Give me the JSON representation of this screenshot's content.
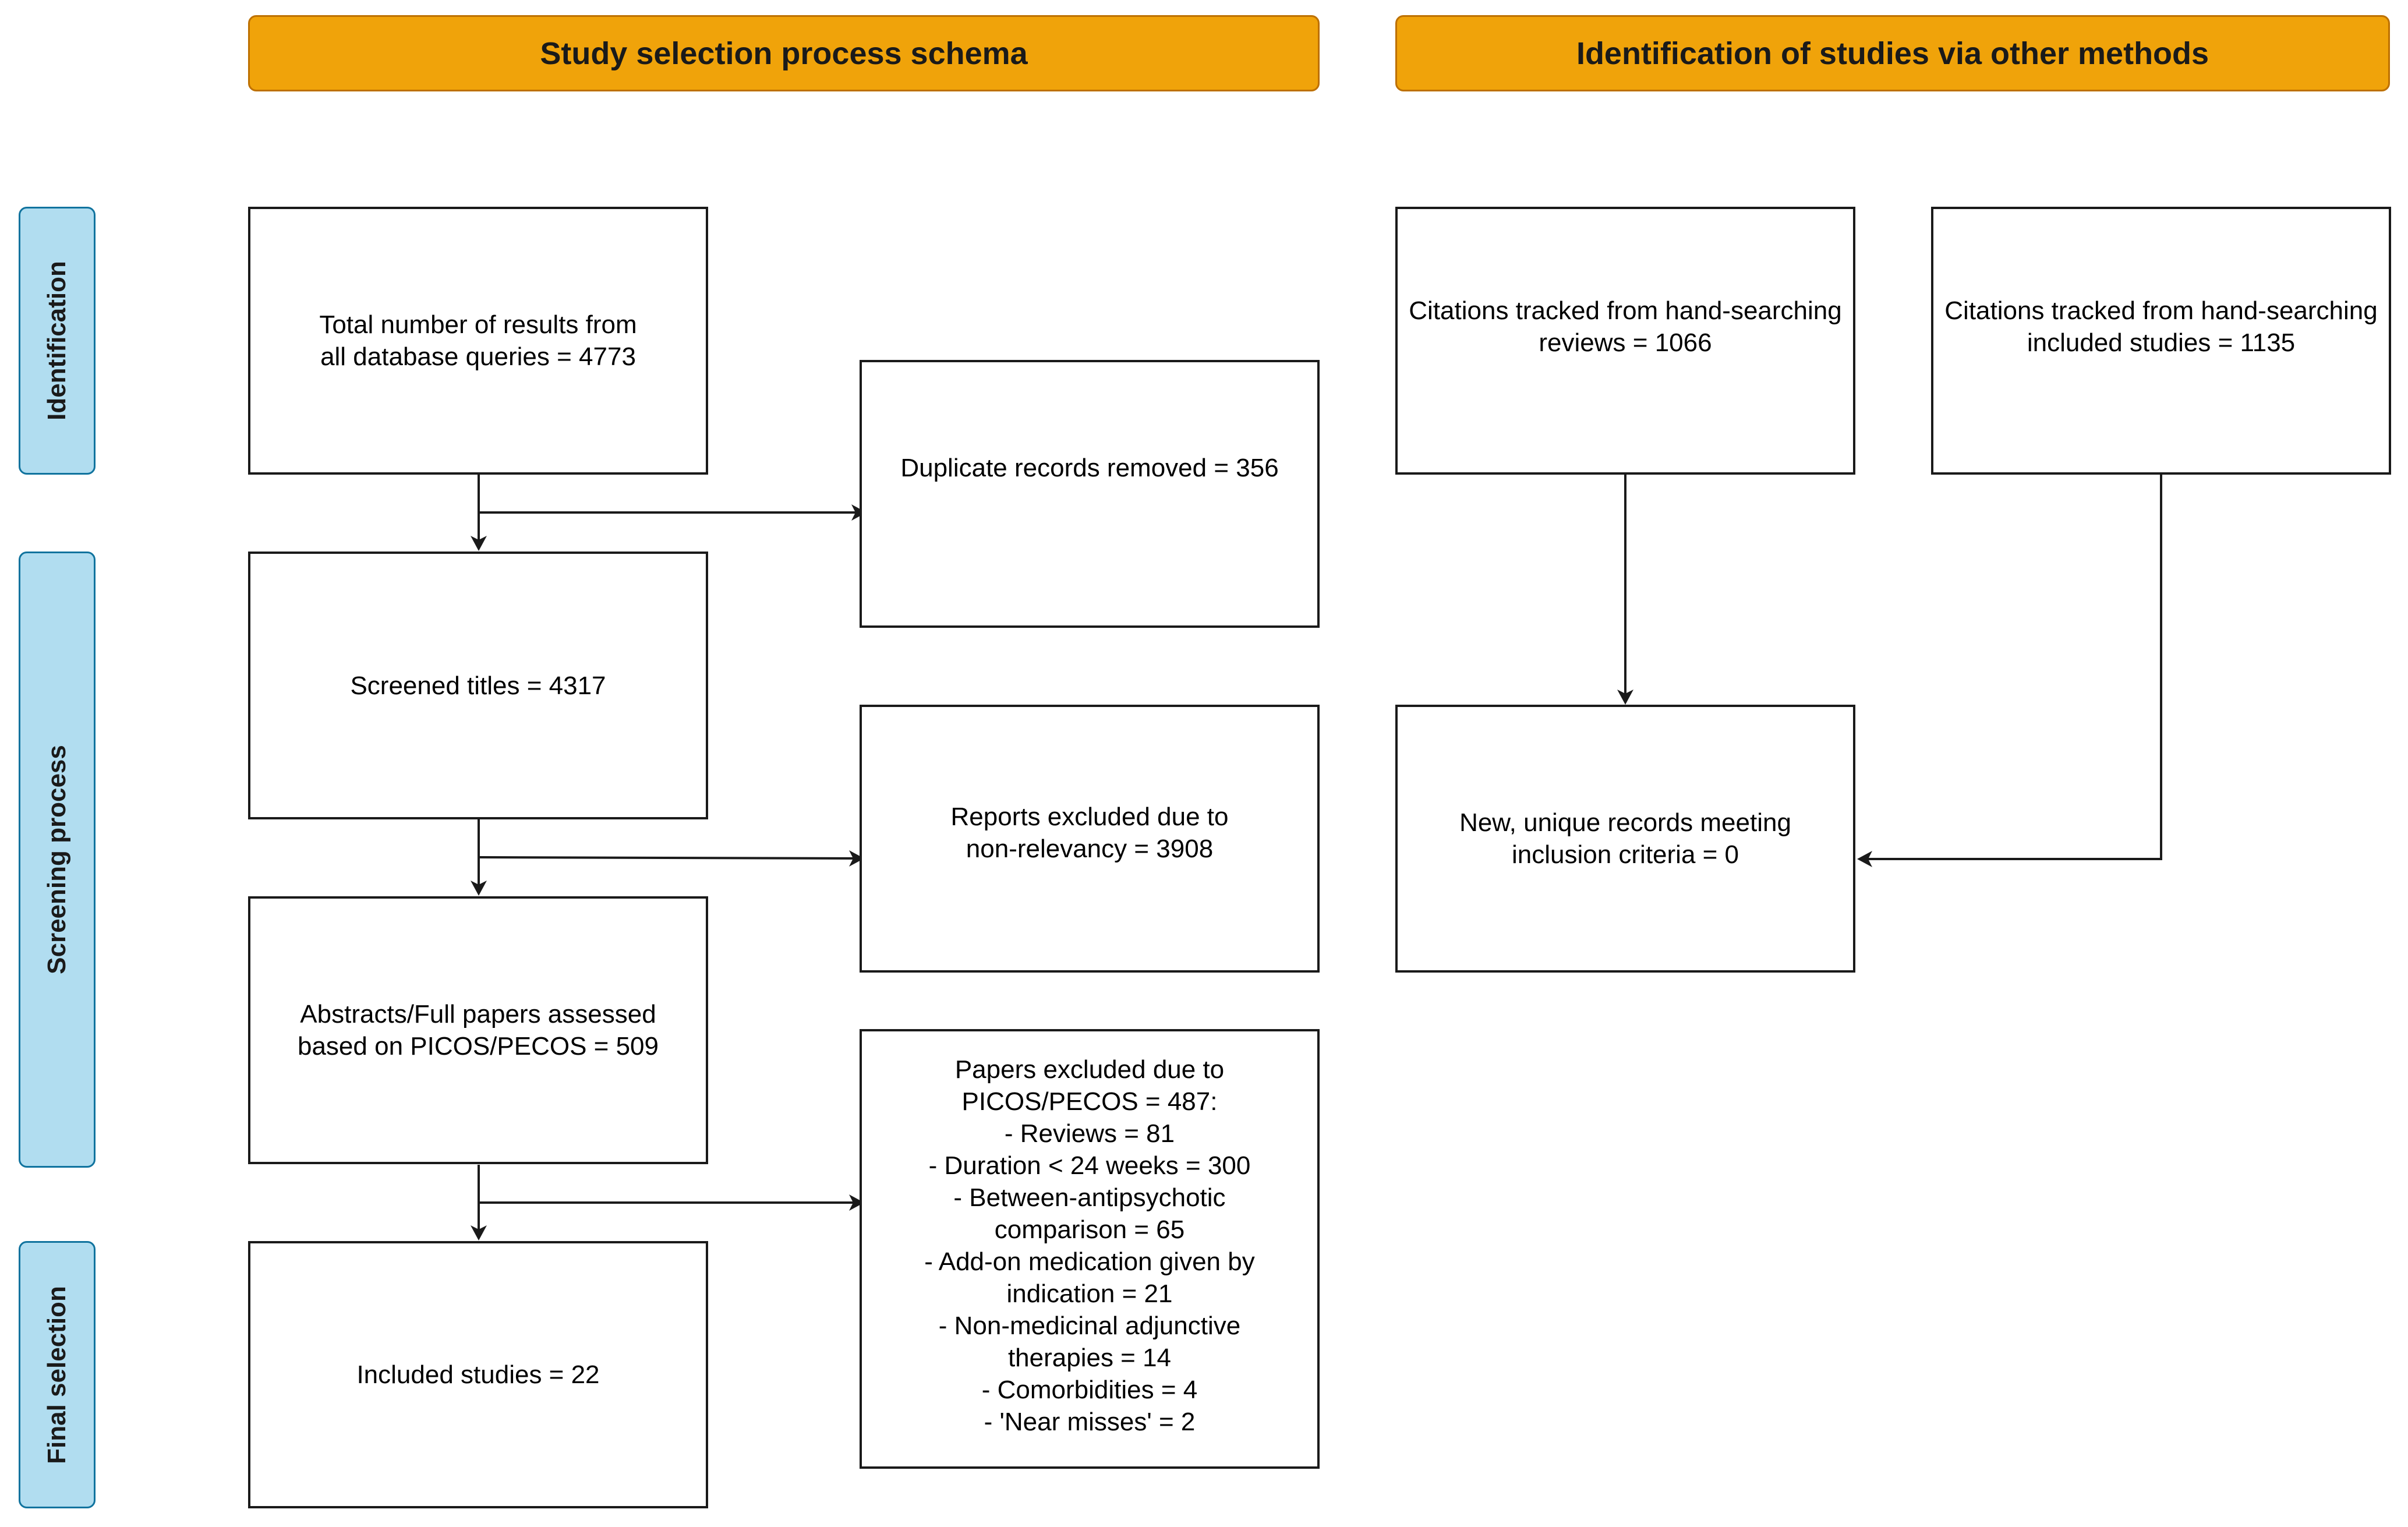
{
  "headers": {
    "main": "Study selection process schema",
    "other": "Identification of studies via other methods"
  },
  "phases": {
    "identification": "Identification",
    "screening": "Screening process",
    "final": "Final selection"
  },
  "boxes": {
    "total_results": "Total number of results from\nall database queries = 4773",
    "duplicates_removed": "Duplicate records removed = 356",
    "screened_titles": "Screened titles = 4317",
    "excluded_non_relevancy": "Reports excluded due to\nnon-relevancy = 3908",
    "abstracts_assessed": "Abstracts/Full papers assessed\nbased on PICOS/PECOS = 509",
    "papers_excluded": "Papers excluded due to\nPICOS/PECOS = 487:\n- Reviews = 81\n- Duration < 24 weeks = 300\n- Between-antipsychotic\ncomparison = 65\n- Add-on medication given by\nindication = 21\n- Non-medicinal adjunctive\ntherapies =  14\n- Comorbidities = 4\n- 'Near misses' = 2",
    "included_studies": "Included studies = 22",
    "citations_reviews": "Citations tracked from hand-searching\nreviews = 1066",
    "citations_included": "Citations tracked from hand-searching\nincluded studies = 1135",
    "new_unique_records": "New, unique records meeting\ninclusion criteria = 0"
  },
  "colors": {
    "header_fill": "#f0a30a",
    "header_border": "#bd7000",
    "phase_fill": "#b1ddf0",
    "phase_border": "#10739e",
    "box_border": "#1a1a1a",
    "arrow": "#1a1a1a"
  }
}
